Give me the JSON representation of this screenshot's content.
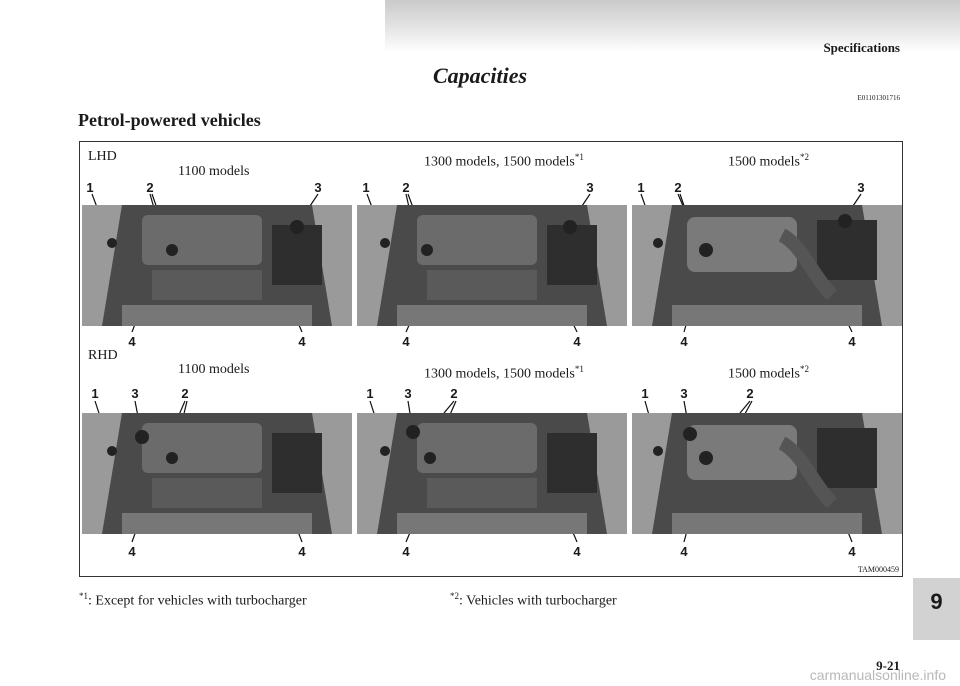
{
  "header": {
    "section": "Specifications"
  },
  "page": {
    "title": "Capacities",
    "code": "E01101301716",
    "subtitle": "Petrol-powered vehicles",
    "number": "9-21"
  },
  "figure": {
    "lhd_label": "LHD",
    "rhd_label": "RHD",
    "model_1100": "1100 models",
    "model_1300_1500": "1300 models, 1500 models",
    "model_1500": "1500 models",
    "mark_1": "*1",
    "mark_2": "*2",
    "code": "TAM000459",
    "callouts": [
      "1",
      "2",
      "3",
      "4"
    ]
  },
  "footnotes": {
    "note1_mark": "*1",
    "note1_text": ": Except for vehicles with turbocharger",
    "note2_mark": "*2",
    "note2_text": ": Vehicles with turbocharger"
  },
  "chapter_tab": "9",
  "watermark": "carmanualsonline.info"
}
